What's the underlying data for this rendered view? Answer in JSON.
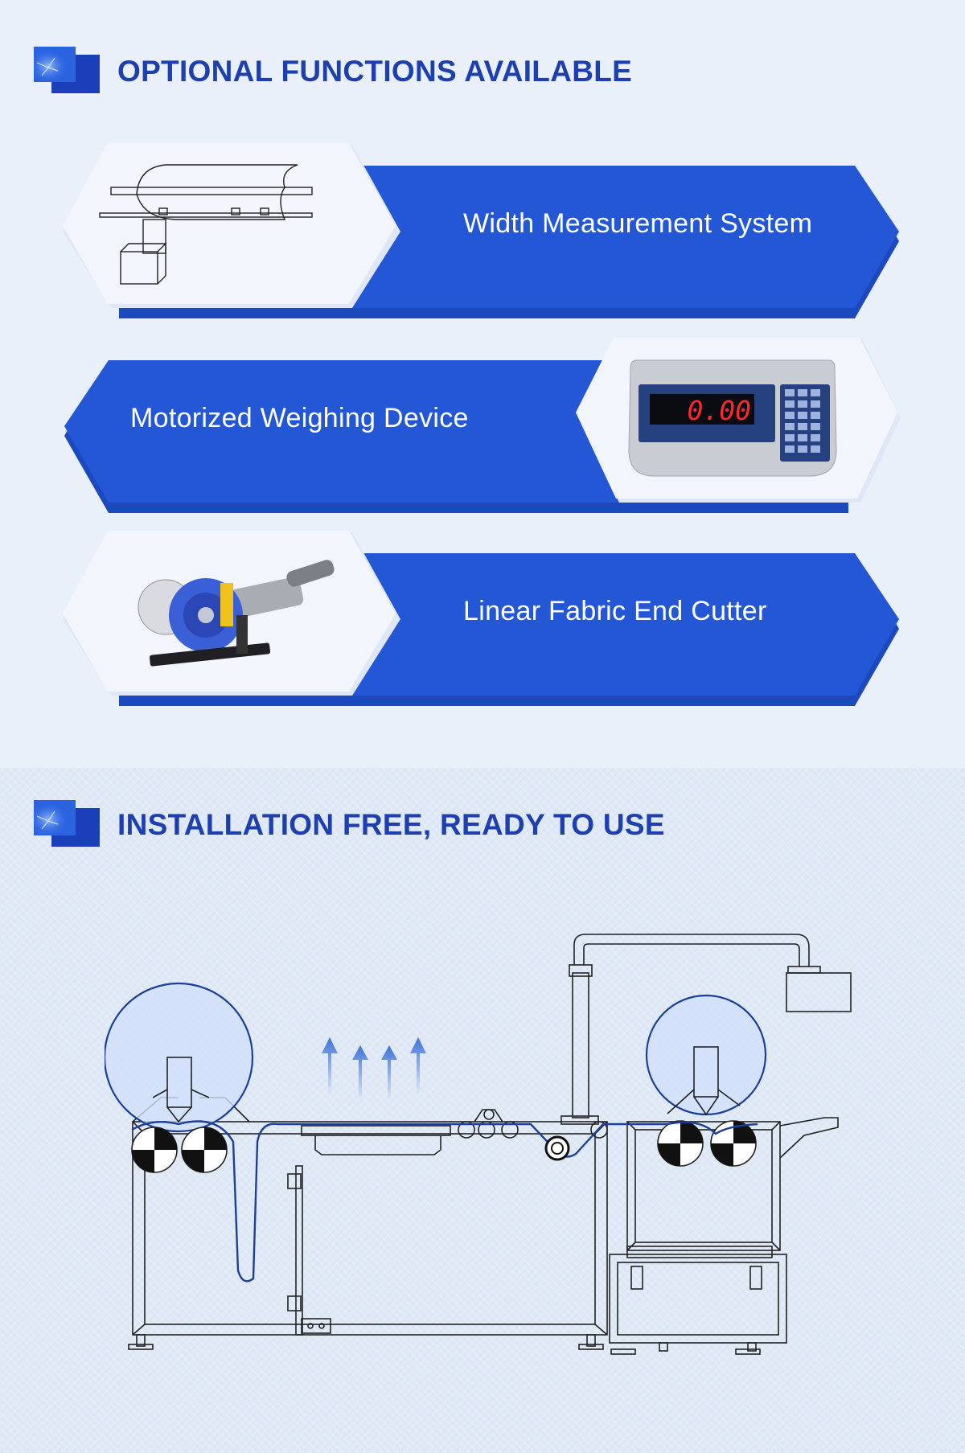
{
  "sections": {
    "optional": {
      "title": "OPTIONAL FUNCTIONS AVAILABLE"
    },
    "installation": {
      "title": "INSTALLATION FREE, READY TO USE"
    }
  },
  "features": [
    {
      "label": "Width Measurement System",
      "icon": "width-sensor-drawing"
    },
    {
      "label": "Motorized Weighing Device",
      "icon": "weighing-indicator",
      "display_reading": "0.00"
    },
    {
      "label": "Linear Fabric End Cutter",
      "icon": "fabric-cutter"
    }
  ],
  "colors": {
    "heading": "#1e3fae",
    "banner": "#2357d6",
    "banner_shadow": "#1c49bd",
    "hex_bg": "#f2f5fc",
    "diagram_line": "#1c3f9a",
    "diagram_stroke": "#222222"
  }
}
